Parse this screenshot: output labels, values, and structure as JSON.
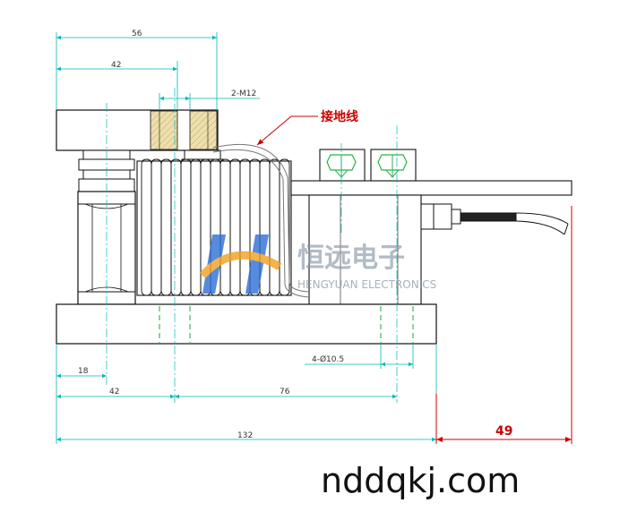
{
  "dimensions": {
    "top_56": "56",
    "top_42": "42",
    "bolt": "2-M12",
    "bottom_18": "18",
    "bottom_42": "42",
    "bottom_76": "76",
    "holes": "4-Ø10.5",
    "overall_132": "132",
    "cable_49": "49"
  },
  "labels": {
    "ground_wire": "接地线"
  },
  "watermark": {
    "cn": "恒远电子",
    "en": "HENGYUAN ELECTRONICS"
  },
  "site": "nddqkj.com",
  "colors": {
    "dimension": "#00b8b8",
    "outline": "#111111",
    "cut_hatch": "#e8d9a8",
    "bolt_head": "#2bb24c",
    "hidden_line": "#1fa53a",
    "leader": "#cc0000",
    "cable": "#222222"
  }
}
